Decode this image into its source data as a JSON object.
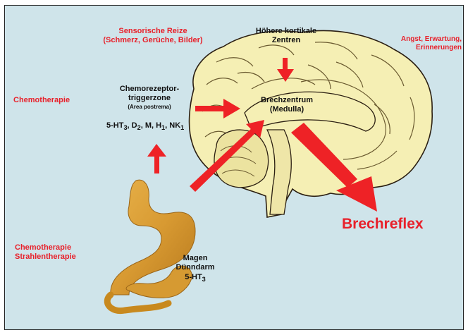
{
  "labels": {
    "sensorische": [
      "Sensorische Reize",
      "(Schmerz, Gerüche, Bilder)"
    ],
    "hoehere": [
      "Höhere kortikale",
      "Zentren"
    ],
    "angst": [
      "Angst, Erwartung,",
      "Erinnerungen"
    ],
    "chemotherapie_top": "Chemotherapie",
    "ctz": [
      "Chemorezeptor-",
      "triggerzone"
    ],
    "area_postrema": "(Area postrema)",
    "receptors": {
      "p1": "5-HT",
      "s1": "3",
      "p2": ", D",
      "s2": "2",
      "p3": ", M, H",
      "s3": "1",
      "p4": ", NK",
      "s4": "1"
    },
    "brechzentrum": [
      "Brechzentrum",
      "(Medulla)"
    ],
    "brechreflex": "Brechreflex",
    "chemo_strahlen": [
      "Chemotherapie",
      "Strahlentherapie"
    ],
    "magen": [
      "Magen",
      "Dünndarm"
    ],
    "magen_receptor": {
      "p": "5-HT",
      "s": "3"
    }
  },
  "colors": {
    "background": "#cfe4ea",
    "label_red": "#e8202a",
    "arrow_red": "#ee2226",
    "brain_fill": "#f5efb4",
    "brain_outline": "#2b1f12",
    "stomach": "#d9a23c"
  }
}
